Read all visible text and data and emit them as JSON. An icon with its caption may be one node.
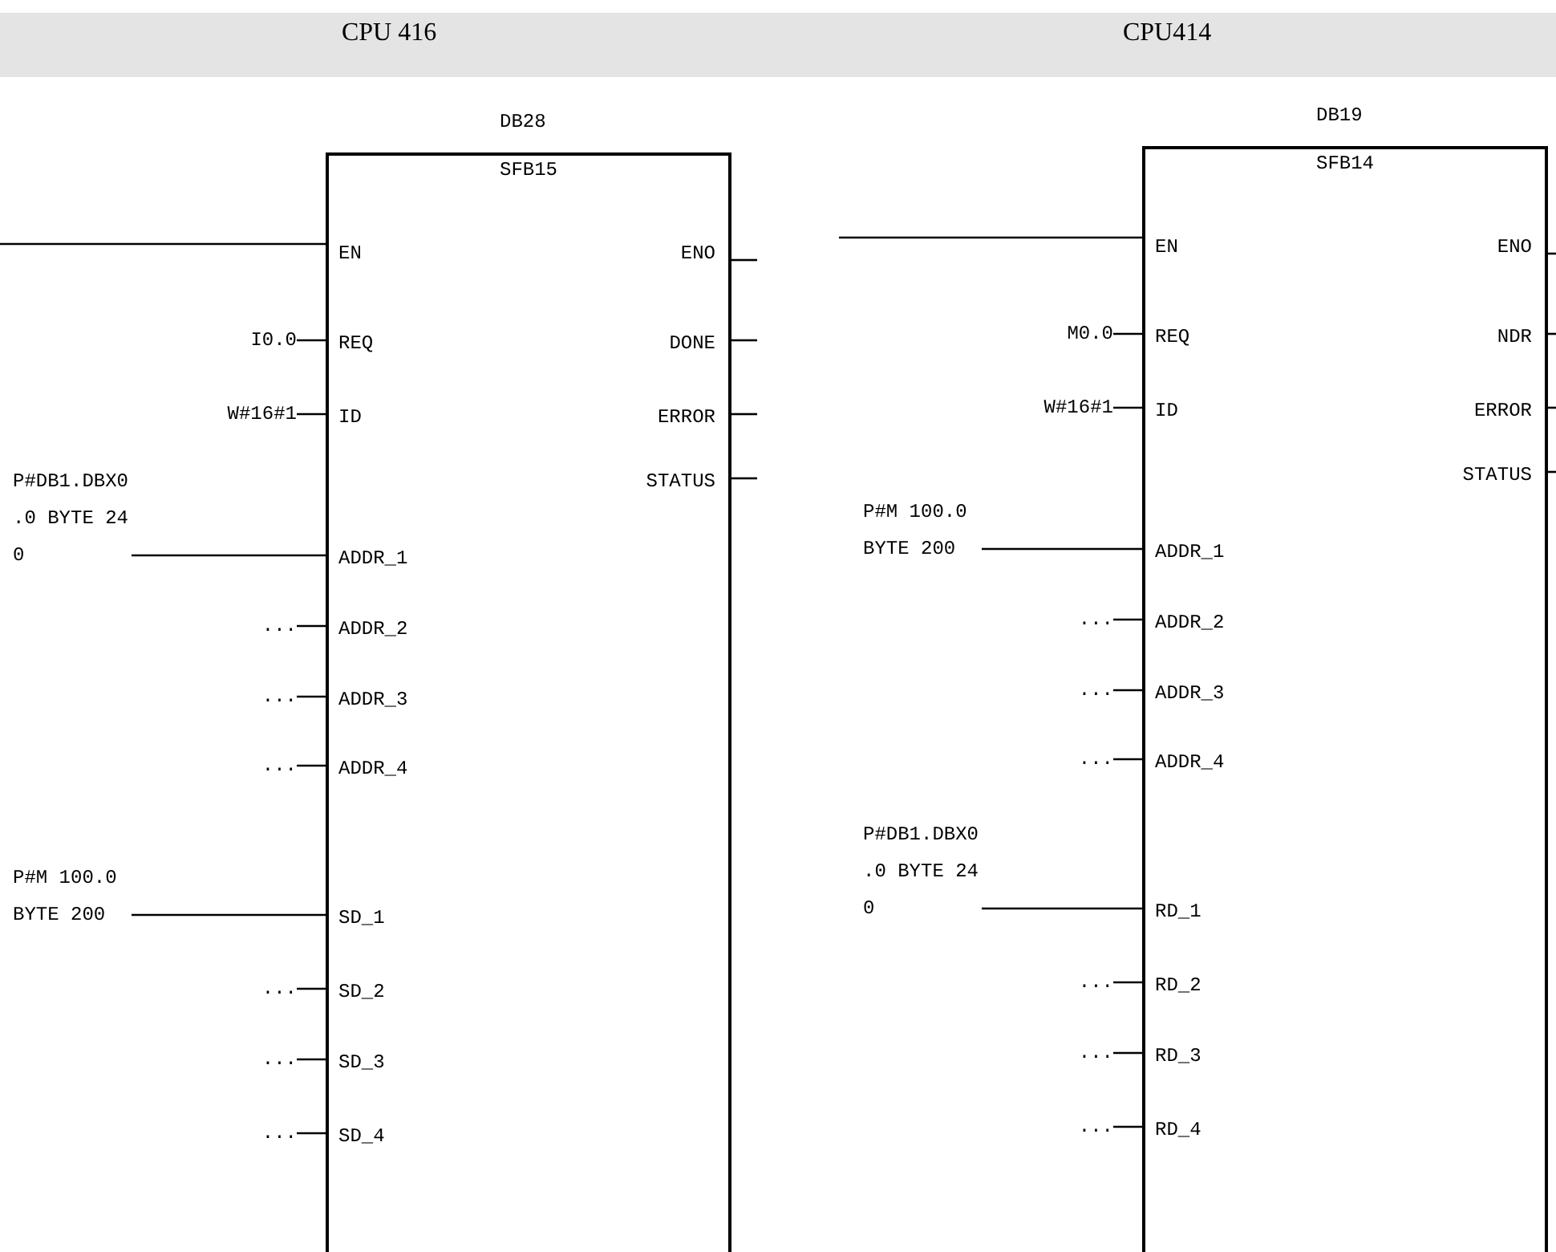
{
  "diagram": {
    "nodes": [
      {
        "text": [
          "SFB15",
          "EN",
          "ENO",
          "REQ",
          "DONE",
          "ID",
          "ERROR",
          "STATUS",
          "ADDR_1",
          "ADDR_2",
          "ADDR_3",
          "ADDR_4",
          "SD_1",
          "SD_2",
          "SD_3",
          "SD_4"
        ],
        "beside": [
          "DB28"
        ]
      },
      {
        "text": [
          "SFB14",
          "EN",
          "ENO",
          "REQ",
          "NDR",
          "ID",
          "ERROR",
          "STATUS",
          "ADDR_1",
          "ADDR_2",
          "ADDR_3",
          "ADDR_4",
          "RD_1",
          "RD_2",
          "RD_3",
          "RD_4"
        ],
        "beside": [
          "DB19"
        ]
      },
      {
        "text": [
          "I0.0"
        ]
      },
      {
        "text": [
          "W#16#1"
        ]
      },
      {
        "text": [
          "P#DB1.DBX0 .0 BYTE 24 0"
        ]
      },
      {
        "text": [
          "..."
        ]
      },
      {
        "text": [
          "..."
        ]
      },
      {
        "text": [
          "..."
        ]
      },
      {
        "text": [
          "P#M 100.0 BYTE 200"
        ]
      },
      {
        "text": [
          "..."
        ]
      },
      {
        "text": [
          "..."
        ]
      },
      {
        "text": [
          "..."
        ]
      },
      {
        "text": [
          "M0.0"
        ]
      },
      {
        "text": [
          "W#16#1"
        ]
      },
      {
        "text": [
          "P#M 100.0 BYTE 200"
        ]
      },
      {
        "text": [
          "..."
        ]
      },
      {
        "text": [
          "..."
        ]
      },
      {
        "text": [
          "..."
        ]
      },
      {
        "text": [
          "P#DB1.DBX0 .0 BYTE 24 0"
        ]
      },
      {
        "text": [
          "..."
        ]
      },
      {
        "text": [
          "..."
        ]
      },
      {
        "text": [
          "..."
        ]
      }
    ],
    "edges": [
      {
        "from": null,
        "to": 0,
        "arrow": "none"
      },
      {
        "from": 2,
        "to": 0,
        "arrow": "none"
      },
      {
        "from": 3,
        "to": 0,
        "arrow": "none"
      },
      {
        "from": 4,
        "to": 0,
        "arrow": "none"
      },
      {
        "from": 5,
        "to": 0,
        "arrow": "none"
      },
      {
        "from": 6,
        "to": 0,
        "arrow": "none"
      },
      {
        "from": 7,
        "to": 0,
        "arrow": "none"
      },
      {
        "from": 8,
        "to": 0,
        "arrow": "none"
      },
      {
        "from": 9,
        "to": 0,
        "arrow": "none"
      },
      {
        "from": 10,
        "to": 0,
        "arrow": "none"
      },
      {
        "from": 11,
        "to": 0,
        "arrow": "none"
      },
      {
        "from": 0,
        "to": null,
        "arrow": "none"
      },
      {
        "from": 0,
        "to": null,
        "arrow": "none"
      },
      {
        "from": 0,
        "to": null,
        "arrow": "none"
      },
      {
        "from": 0,
        "to": null,
        "arrow": "none"
      },
      {
        "from": null,
        "to": 1,
        "arrow": "none"
      },
      {
        "from": 12,
        "to": 1,
        "arrow": "none"
      },
      {
        "from": 13,
        "to": 1,
        "arrow": "none"
      },
      {
        "from": 14,
        "to": 1,
        "arrow": "none"
      },
      {
        "from": 15,
        "to": 1,
        "arrow": "none"
      },
      {
        "from": 16,
        "to": 1,
        "arrow": "none"
      },
      {
        "from": 17,
        "to": 1,
        "arrow": "none"
      },
      {
        "from": 18,
        "to": 1,
        "arrow": "none"
      },
      {
        "from": 19,
        "to": 1,
        "arrow": "none"
      },
      {
        "from": 20,
        "to": 1,
        "arrow": "none"
      },
      {
        "from": 21,
        "to": 1,
        "arrow": "none"
      },
      {
        "from": 1,
        "to": null,
        "arrow": "none"
      },
      {
        "from": 1,
        "to": null,
        "arrow": "none"
      },
      {
        "from": 1,
        "to": null,
        "arrow": "none"
      },
      {
        "from": 1,
        "to": null,
        "arrow": "none"
      }
    ],
    "labels": [
      "CPU 416",
      "CPU414"
    ]
  }
}
